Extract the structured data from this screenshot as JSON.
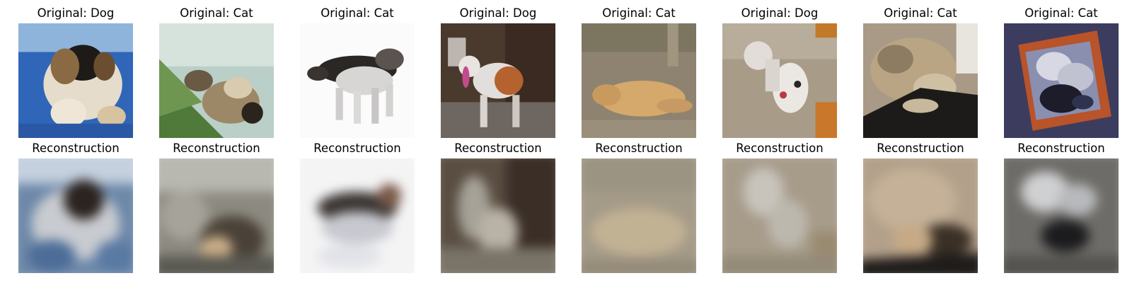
{
  "figure": {
    "originals": [
      {
        "title": "Original: Dog"
      },
      {
        "title": "Original: Cat"
      },
      {
        "title": "Original: Cat"
      },
      {
        "title": "Original: Dog"
      },
      {
        "title": "Original: Cat"
      },
      {
        "title": "Original: Dog"
      },
      {
        "title": "Original: Cat"
      },
      {
        "title": "Original: Cat"
      }
    ],
    "reconstructions": [
      {
        "title": "Reconstruction"
      },
      {
        "title": "Reconstruction"
      },
      {
        "title": "Reconstruction"
      },
      {
        "title": "Reconstruction"
      },
      {
        "title": "Reconstruction"
      },
      {
        "title": "Reconstruction"
      },
      {
        "title": "Reconstruction"
      },
      {
        "title": "Reconstruction"
      }
    ]
  }
}
